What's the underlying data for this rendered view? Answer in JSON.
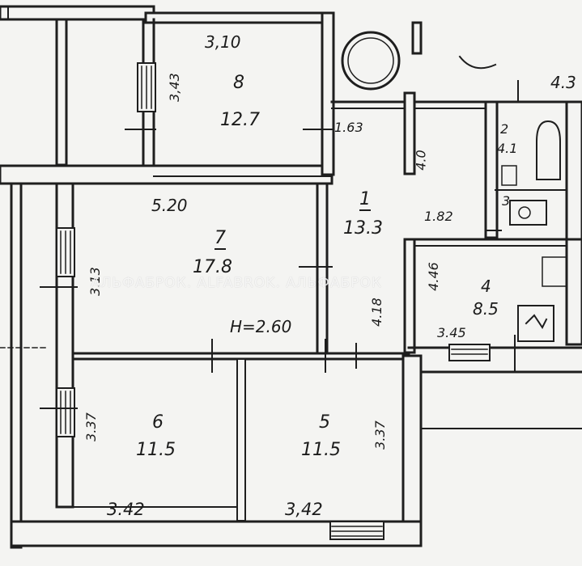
{
  "watermark": "АЛЬФАБРОК. ALFABROK. АЛЬФАБРОК",
  "ceiling_height": "H=2.60",
  "rooms": [
    {
      "number": "8",
      "area": "12.7",
      "dim_top": "3,10",
      "dim_side": "3,43"
    },
    {
      "number": "7",
      "area": "17.8",
      "dim_top": "5.20",
      "dim_side": "3.13"
    },
    {
      "number": "1",
      "area": "13.3",
      "dim_a": "1.63",
      "dim_b": "1.82",
      "dim_c": "4.18"
    },
    {
      "number": "2",
      "area": "4.1",
      "dim_side": "4.0"
    },
    {
      "number": "3",
      "area": ""
    },
    {
      "number": "4",
      "area": "8.5",
      "dim_a": "4.46",
      "dim_b": "3.45"
    },
    {
      "number": "6",
      "area": "11.5",
      "dim_bottom": "3.42",
      "dim_side": "3.37"
    },
    {
      "number": "5",
      "area": "11.5",
      "dim_bottom": "3,42",
      "dim_side": "3.37"
    }
  ],
  "balcony_dim": "4.3"
}
